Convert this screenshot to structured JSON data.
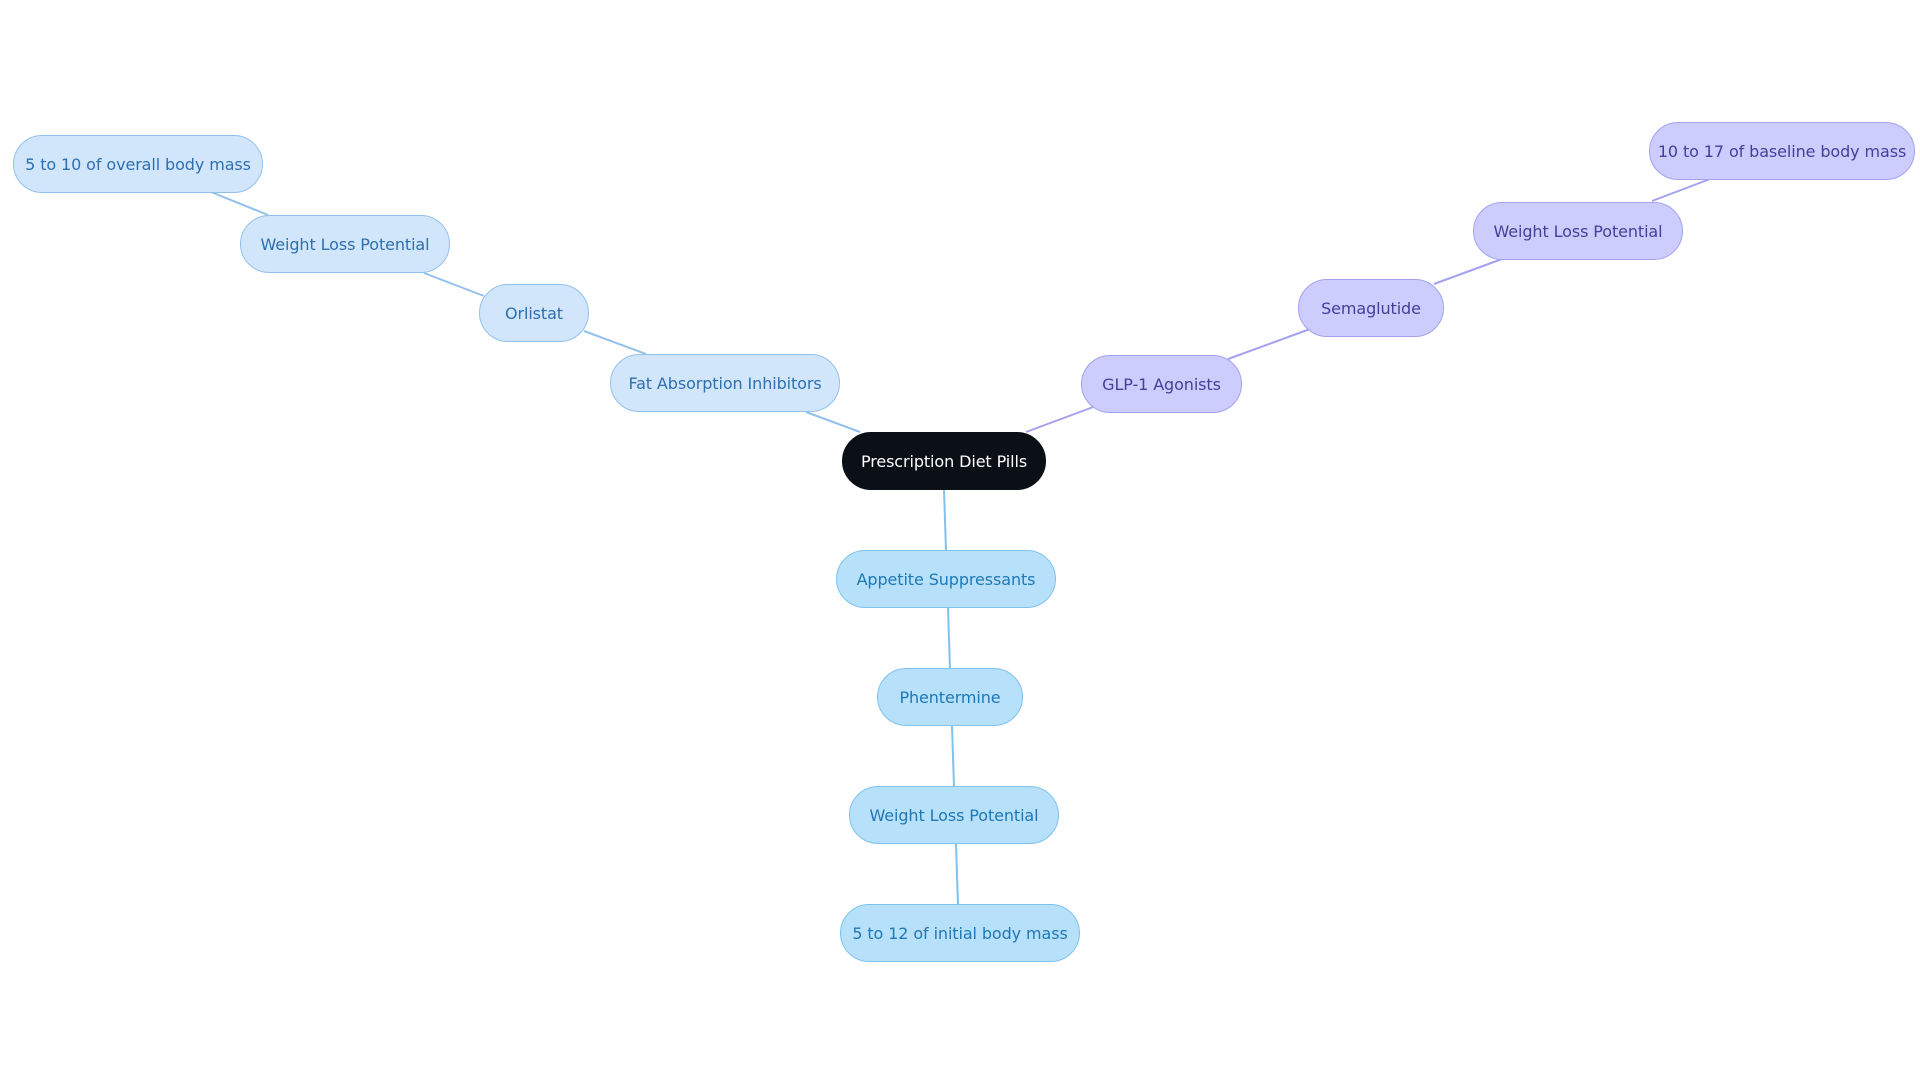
{
  "diagram": {
    "root": {
      "label": "Prescription Diet Pills"
    },
    "branches": {
      "fat": {
        "category": "Fat Absorption Inhibitors",
        "drug": "Orlistat",
        "metric": "Weight Loss Potential",
        "value": "5 to 10 of overall body mass"
      },
      "appetite": {
        "category": "Appetite Suppressants",
        "drug": "Phentermine",
        "metric": "Weight Loss Potential",
        "value": "5 to 12 of initial body mass"
      },
      "glp": {
        "category": "GLP-1 Agonists",
        "drug": "Semaglutide",
        "metric": "Weight Loss Potential",
        "value": "10 to 17 of baseline body mass"
      }
    }
  }
}
